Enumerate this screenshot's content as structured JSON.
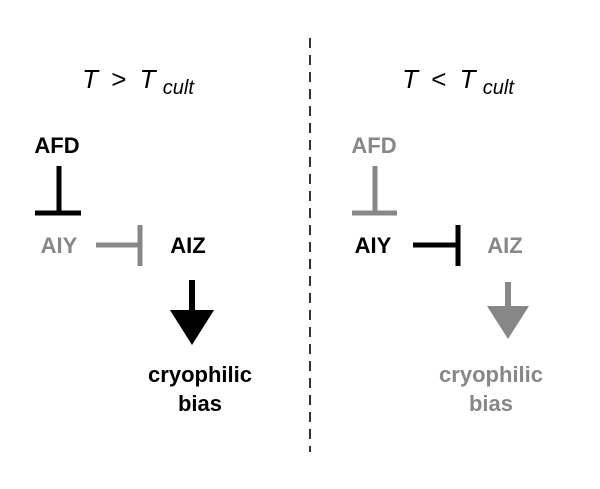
{
  "colors": {
    "active": "#000000",
    "inactive": "#878787",
    "divider": "#333333",
    "background": "#ffffff"
  },
  "panels": [
    {
      "condition": {
        "var": "T",
        "op": ">",
        "ref": "T",
        "ref_sub": "cult"
      },
      "nodes": {
        "afd": "AFD",
        "aiy": "AIY",
        "aiz": "AIZ"
      },
      "output": {
        "line1": "cryophilic",
        "line2": "bias"
      },
      "state": {
        "afd": "active",
        "aiy": "inactive",
        "aiz": "active",
        "output": "active"
      }
    },
    {
      "condition": {
        "var": "T",
        "op": "<",
        "ref": "T",
        "ref_sub": "cult"
      },
      "nodes": {
        "afd": "AFD",
        "aiy": "AIY",
        "aiz": "AIZ"
      },
      "output": {
        "line1": "cryophilic",
        "line2": "bias"
      },
      "state": {
        "afd": "inactive",
        "aiy": "active",
        "aiz": "inactive",
        "output": "inactive"
      }
    }
  ]
}
